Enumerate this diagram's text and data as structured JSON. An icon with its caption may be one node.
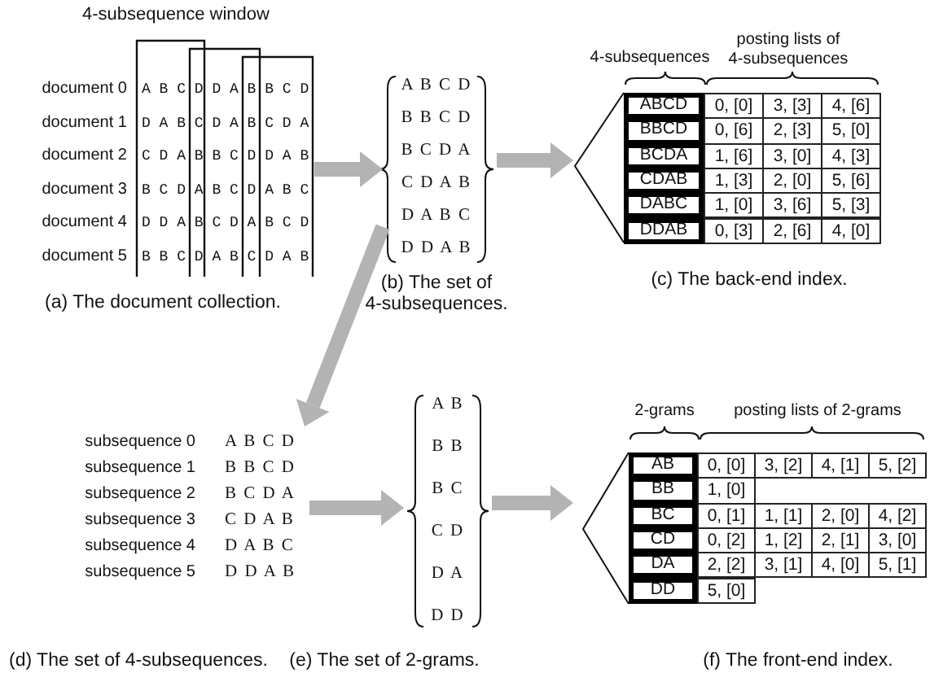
{
  "diagram": {
    "nodes": [
      {
        "text": [
          "4-subsequence window",
          "document 0",
          "A B C D D A B B C D",
          "document 1",
          "D A B C D A B C D A",
          "document 2",
          "C D A B B C D D A B",
          "document 3",
          "B C D A B C D A B C",
          "document 4",
          "D D A B C D A B C D",
          "document 5",
          "B B C D A B C D A B"
        ],
        "beside": [
          "(a) The document collection."
        ]
      },
      {
        "text": [
          "A B C D",
          "B B C D",
          "B C D A",
          "C D A B",
          "D A B C",
          "D D A B"
        ],
        "beside": [
          "(b) The set of 4-subsequences."
        ]
      },
      {
        "text": [
          "4-subsequences",
          "posting lists of 4-subsequences",
          "ABCD",
          "0, [0]",
          "3, [3]",
          "4, [6]",
          "BBCD",
          "0, [6]",
          "2, [3]",
          "5, [0]",
          "BCDA",
          "1, [6]",
          "3, [0]",
          "4, [3]",
          "CDAB",
          "1, [3]",
          "2, [0]",
          "5, [6]",
          "DABC",
          "1, [0]",
          "3, [6]",
          "5, [3]",
          "DDAB",
          "0, [3]",
          "2, [6]",
          "4, [0]"
        ],
        "beside": [
          "(c) The back-end index."
        ]
      },
      {
        "text": [
          "subsequence 0",
          "A B C D",
          "subsequence 1",
          "B B C D",
          "subsequence 2",
          "B C D A",
          "subsequence 3",
          "C D A B",
          "subsequence 4",
          "D A B C",
          "subsequence 5",
          "D D A B"
        ],
        "beside": [
          "(d) The set of 4-subsequences."
        ]
      },
      {
        "text": [
          "A B",
          "B B",
          "B C",
          "C D",
          "D A",
          "D D"
        ],
        "beside": [
          "(e) The set of 2-grams."
        ]
      },
      {
        "text": [
          "2-grams",
          "posting lists of 2-grams",
          "AB",
          "0, [0]",
          "3, [2]",
          "4, [1]",
          "5, [2]",
          "BB",
          "1, [0]",
          "BC",
          "0, [1]",
          "1, [1]",
          "2, [0]",
          "4, [2]",
          "CD",
          "0, [2]",
          "1, [2]",
          "2, [1]",
          "3, [0]",
          "DA",
          "2, [2]",
          "3, [1]",
          "4, [0]",
          "5, [1]",
          "DD",
          "5, [0]"
        ],
        "beside": [
          "(f) The front-end index."
        ]
      }
    ],
    "edges": [
      {
        "from": 0,
        "to": 1,
        "arrow": "to"
      },
      {
        "from": 1,
        "to": 2,
        "arrow": "to"
      },
      {
        "from": 1,
        "to": 3,
        "arrow": "to"
      },
      {
        "from": 3,
        "to": 4,
        "arrow": "to"
      },
      {
        "from": 4,
        "to": 5,
        "arrow": "to"
      }
    ]
  }
}
